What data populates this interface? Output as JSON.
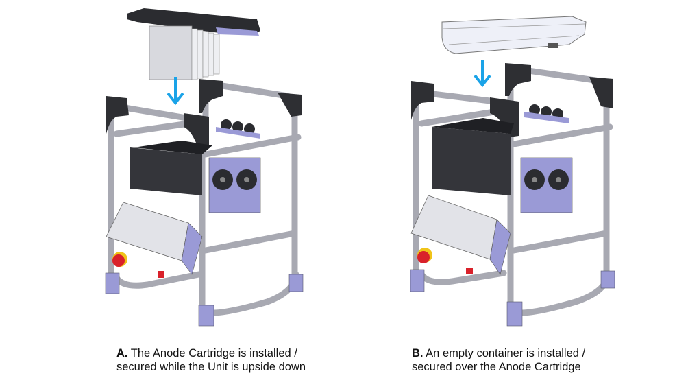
{
  "panels": [
    {
      "id": "A",
      "label": "A.",
      "caption": " The Anode Cartridge is installed / secured while the Unit is upside down",
      "payload": "Anode Cartridge",
      "action": "installed"
    },
    {
      "id": "B",
      "label": "B.",
      "caption": " An empty container is installed / secured over the Anode Cartridge",
      "payload": "empty container",
      "action": "installed"
    }
  ],
  "colors": {
    "arrow": "#1aa3e8",
    "frame_tube": "#a8a9b2",
    "corner_cap": "#2e2f33",
    "foot": "#9a9ad6",
    "cartridge_dark": "#2b2c30",
    "cartridge_fins": "#d8d9de",
    "panel_silver": "#e2e3e8",
    "estop_red": "#d9212a",
    "estop_yellow": "#f0c419",
    "container_clear": "#eef0f8"
  }
}
